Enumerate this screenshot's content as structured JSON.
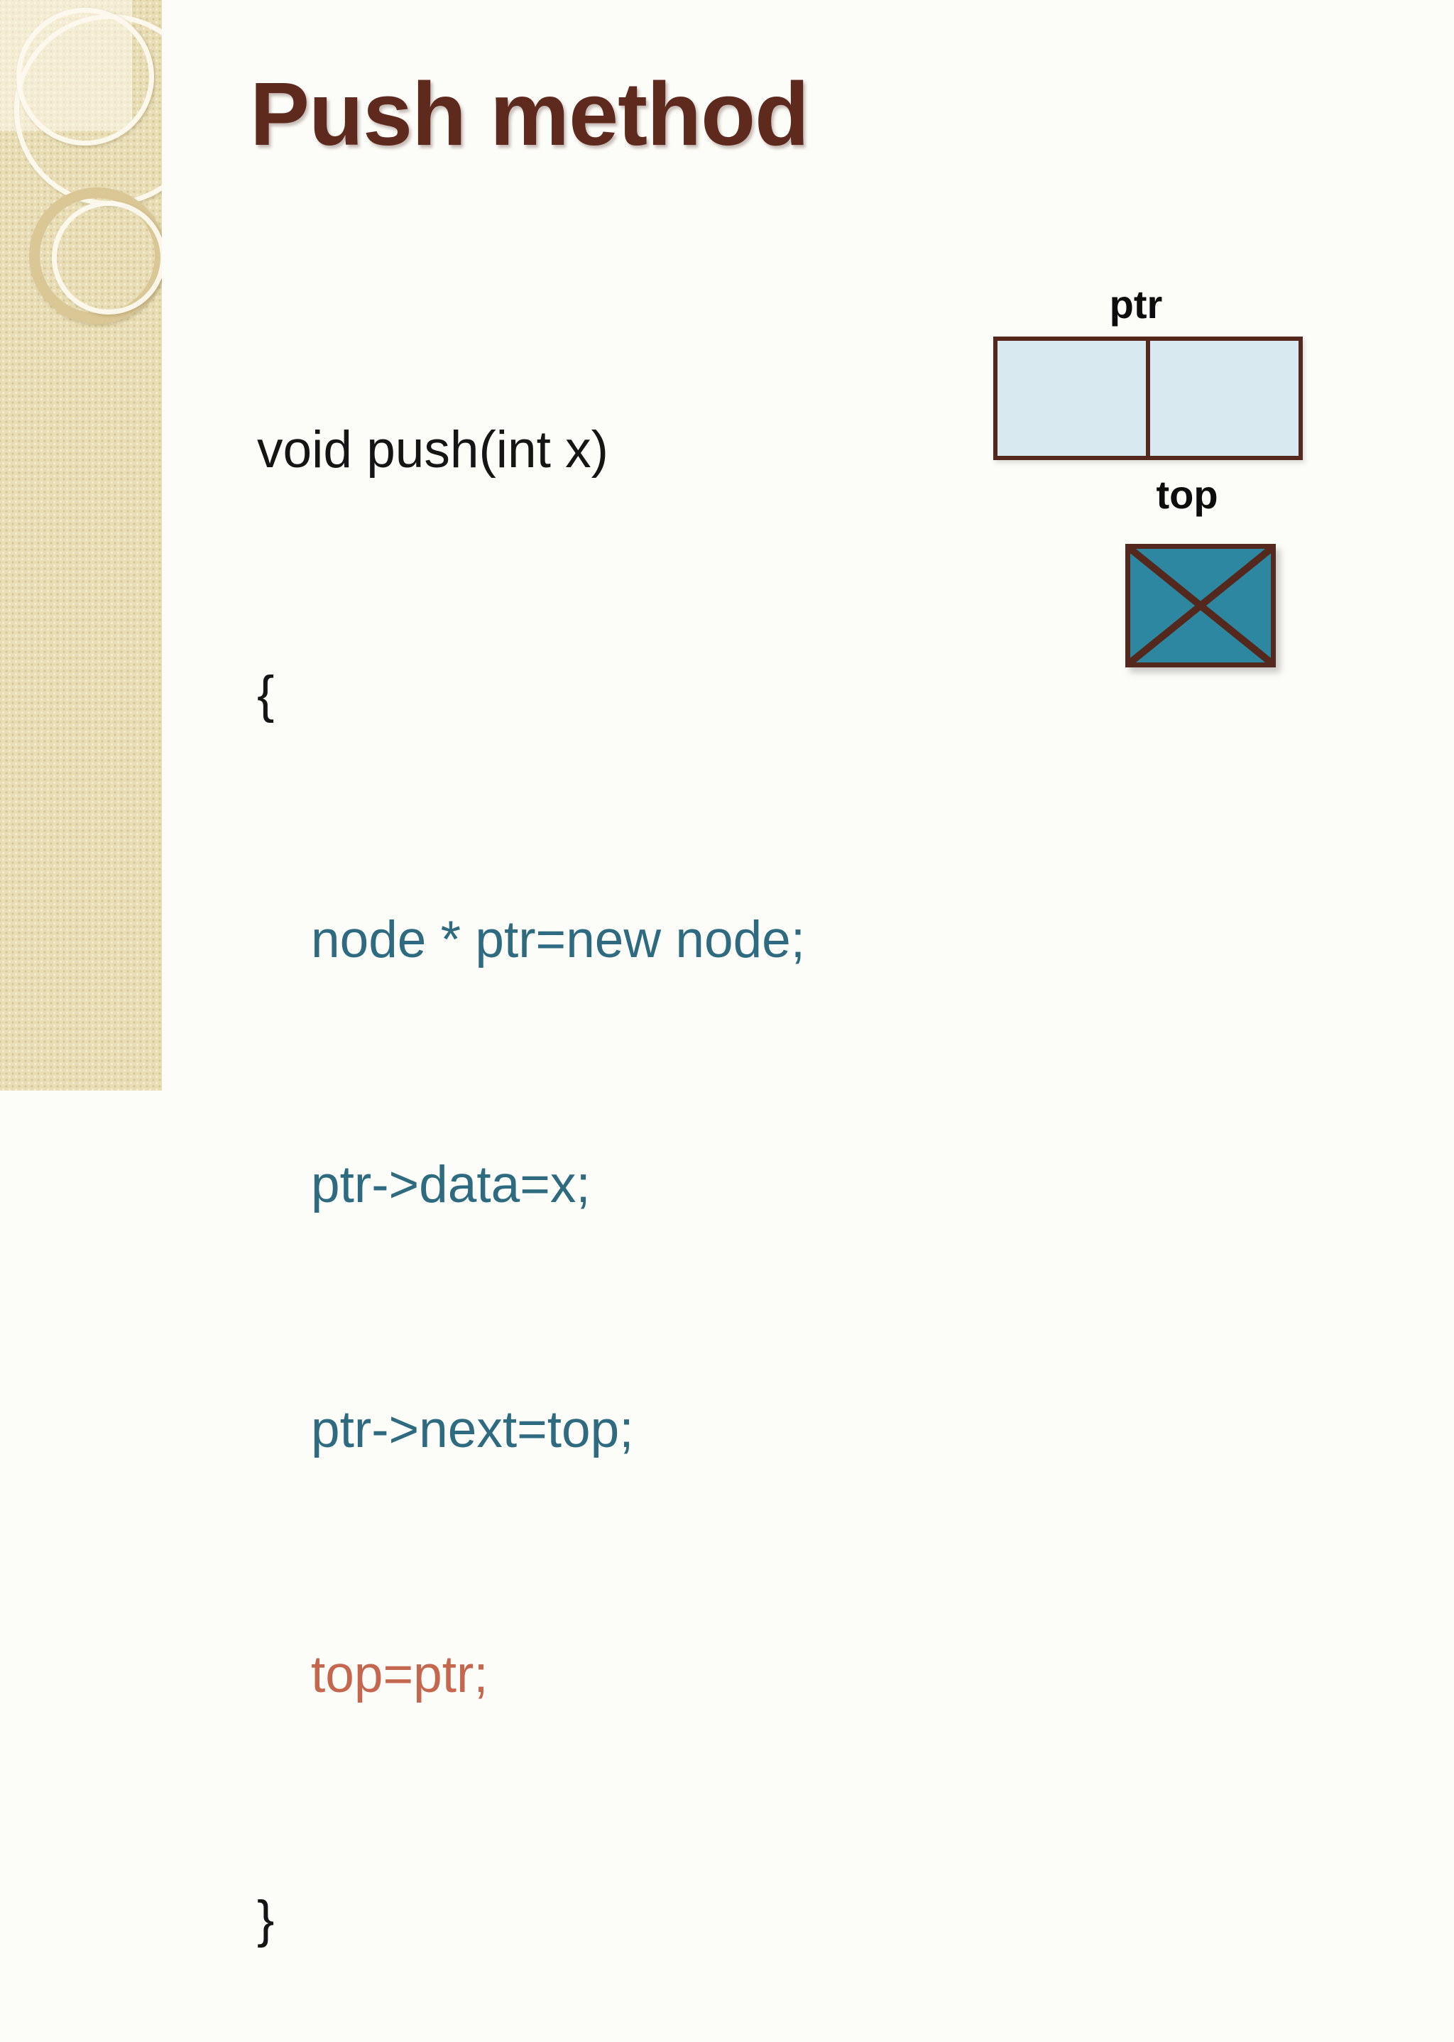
{
  "slide": {
    "title": "Push method",
    "code": {
      "lines": [
        {
          "text": "void push(int x)"
        },
        {
          "text": "{"
        },
        {
          "text": "node * ptr=new node;"
        },
        {
          "text": "ptr->data=x;"
        },
        {
          "text": "ptr->next=top;"
        },
        {
          "text": "top=ptr;"
        },
        {
          "text": "}"
        }
      ]
    },
    "diagram": {
      "ptr_label": "ptr",
      "top_label": "top"
    },
    "colors": {
      "title": "#5e2a1e",
      "code_black": "#151515",
      "code_teal": "#2e6b80",
      "code_orange": "#c5674e",
      "box_border": "#54281c",
      "ptr_box_fill": "#d8e9f0",
      "top_box_fill": "#2e87a0",
      "sidebar_bg": "#e8ddb4",
      "main_bg": "#fcfcf8"
    }
  }
}
